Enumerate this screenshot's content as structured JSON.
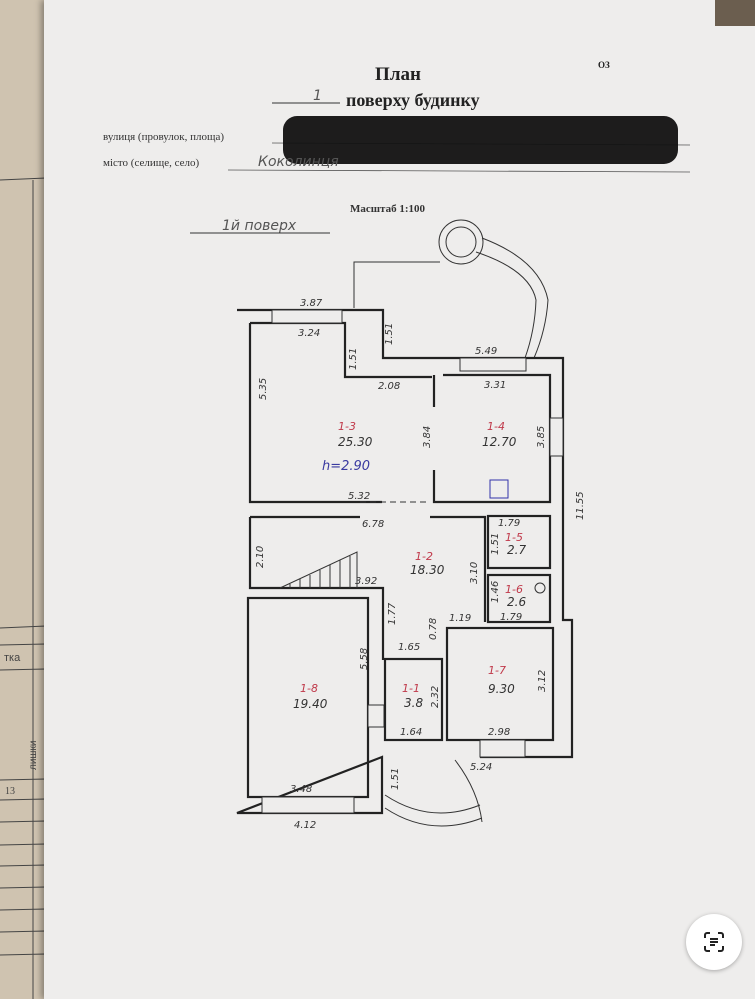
{
  "header": {
    "title": "План",
    "floor_number": "1",
    "subtitle": "поверху будинку",
    "street_label": "вулиця (провулок, площа)",
    "city_label": "місто (селище, село)",
    "city_value": "Коколинця",
    "scale": "Масштаб 1:100",
    "floor_note": "1й поверх",
    "corner_mark": "ОЗ"
  },
  "rooms": [
    {
      "id": "1-3",
      "area": "25.30"
    },
    {
      "id": "1-4",
      "area": "12.70"
    },
    {
      "id": "1-2",
      "area": "18.30"
    },
    {
      "id": "1-5",
      "area": "2.7"
    },
    {
      "id": "1-6",
      "area": "2.6"
    },
    {
      "id": "1-8",
      "area": "19.40"
    },
    {
      "id": "1-1",
      "area": "3.8"
    },
    {
      "id": "1-7",
      "area": "9.30"
    }
  ],
  "ceiling_height": "h=2.90",
  "dimensions": [
    "3.87",
    "3.24",
    "1.51",
    "1.51",
    "5.35",
    "2.08",
    "5.49",
    "3.31",
    "3.84",
    "3.85",
    "5.32",
    "11.55",
    "6.78",
    "2.10",
    "3.92",
    "3.10",
    "1.79",
    "1.51",
    "1.46",
    "1.79",
    "1.77",
    "1.19",
    "0.78",
    "5.58",
    "1.65",
    "2.32",
    "3.12",
    "1.64",
    "2.98",
    "5.24",
    "1.51",
    "3.48",
    "4.12"
  ],
  "left_page": {
    "header_text": "тка",
    "column_label": "лишки",
    "value": "13"
  },
  "scan_button": {
    "icon": "text-scan-icon"
  }
}
